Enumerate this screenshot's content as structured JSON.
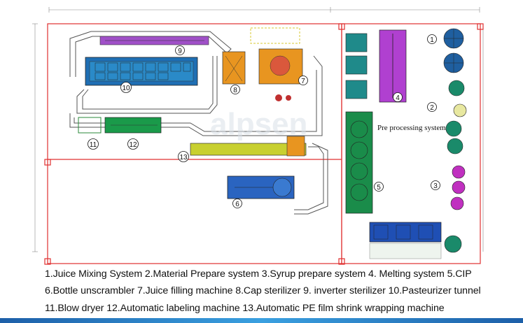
{
  "diagram": {
    "title_label": "Pre processing system",
    "watermark": "alpsen",
    "markers": [
      "1",
      "2",
      "3",
      "4",
      "5",
      "6",
      "7",
      "8",
      "9",
      "10",
      "11",
      "12",
      "13"
    ],
    "colors": {
      "frame": "#e03030",
      "blue_equipment": "#1f4fb4",
      "purple_equipment": "#a040c0",
      "orange_equipment": "#e89520",
      "olive_equipment": "#c8d030",
      "green_equipment": "#1a8c4a",
      "teal_equipment": "#1f8a8a",
      "conveyor": "#555555",
      "magenta_tanks": "#c030c0"
    }
  },
  "legend": {
    "line1": "1.Juice Mixing System  2.Material Prepare system  3.Syrup prepare system  4. Melting system 5.CIP",
    "line2": "6.Bottle unscrambler 7.Juice filling machine 8.Cap sterilizer  9. inverter sterilizer 10.Pasteurizer tunnel",
    "line3": "11.Blow dryer  12.Automatic labeling machine 13.Automatic PE film shrink wrapping machine"
  }
}
